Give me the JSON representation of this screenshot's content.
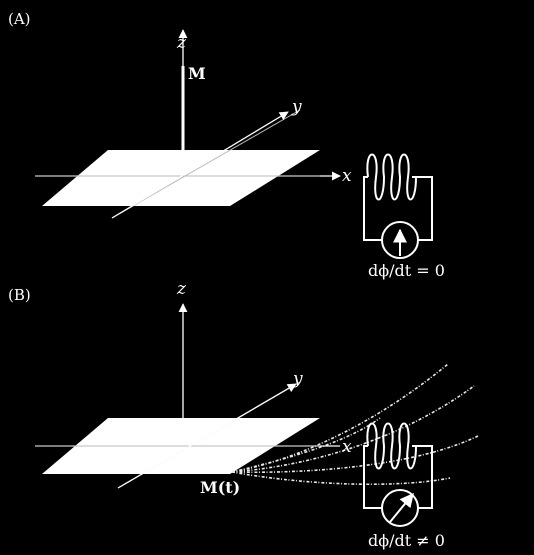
{
  "panel_a": {
    "label": "(A)",
    "axis_z": "z",
    "axis_y": "y",
    "axis_x": "x",
    "vector": "M",
    "equation": "dϕ/dt = 0"
  },
  "panel_b": {
    "label": "(B)",
    "axis_z": "z",
    "axis_y": "y",
    "axis_x": "x",
    "vector": "M(t)",
    "equation": "dϕ/dt ≠ 0"
  },
  "colors": {
    "background": "#000000",
    "foreground": "#ffffff"
  }
}
